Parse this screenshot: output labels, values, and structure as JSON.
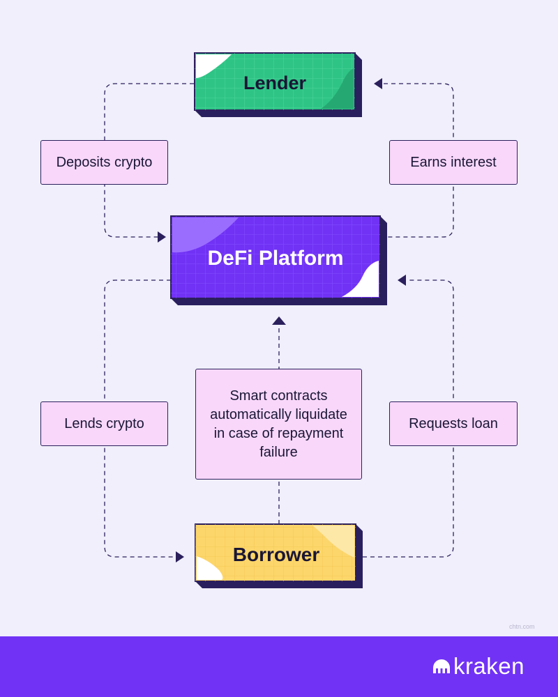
{
  "nodes": {
    "lender": {
      "label": "Lender",
      "color": "#2ec486",
      "shadow": "#2a1f5e"
    },
    "platform": {
      "label": "DeFi Platform",
      "color": "#7132f5",
      "shadow": "#2a1f5e"
    },
    "borrower": {
      "label": "Borrower",
      "color": "#fdd66b",
      "shadow": "#2a1f5e"
    }
  },
  "edges": {
    "deposits": "Deposits crypto",
    "earns": "Earns interest",
    "lends": "Lends crypto",
    "requests": "Requests loan",
    "smart_contracts": "Smart contracts automatically liquidate in case of repayment failure"
  },
  "footer": {
    "brand": "kraken",
    "color": "#7132f5"
  },
  "watermark": "chtn.com",
  "colors": {
    "background": "#f0effb",
    "label_fill": "#f8d7fa",
    "line": "#2b1f5c"
  }
}
